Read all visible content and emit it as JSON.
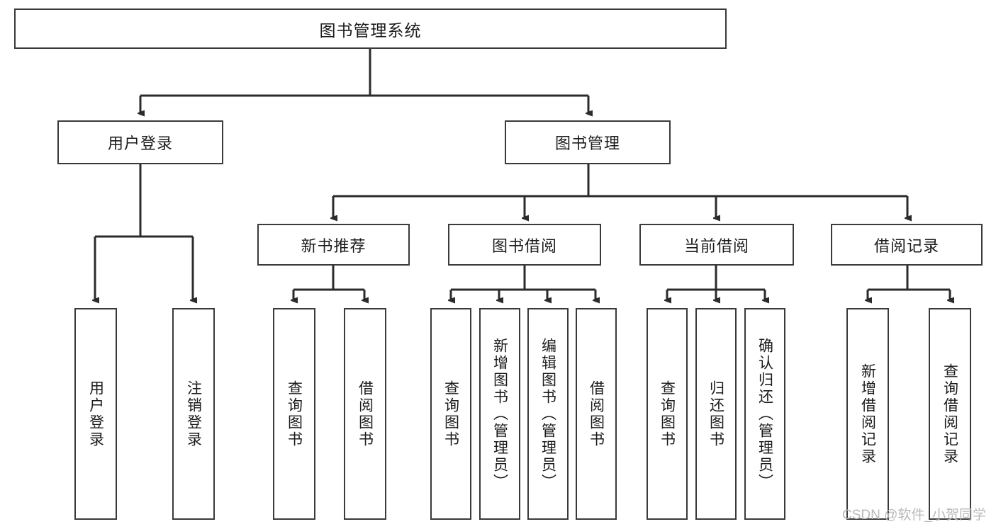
{
  "diagram": {
    "type": "tree-hierarchy",
    "title": "图书管理系统",
    "orientation": "top-down",
    "line_color": "#3a3a3a",
    "box_fill": "#ffffff",
    "text_color": "#1b1b1b"
  },
  "root": {
    "label": "图书管理系统"
  },
  "level2": [
    {
      "label": "用户登录"
    },
    {
      "label": "图书管理"
    }
  ],
  "level3": [
    {
      "label": "新书推荐"
    },
    {
      "label": "图书借阅"
    },
    {
      "label": "当前借阅"
    },
    {
      "label": "借阅记录"
    }
  ],
  "leaves": {
    "user_login": [
      {
        "label": "用户登录"
      },
      {
        "label": "注销登录"
      }
    ],
    "new_book_recommend": [
      {
        "label": "查询图书"
      },
      {
        "label": "借阅图书"
      }
    ],
    "book_borrow": [
      {
        "label": "查询图书"
      },
      {
        "label": "新增图书（管理员）"
      },
      {
        "label": "编辑图书（管理员）"
      },
      {
        "label": "借阅图书"
      }
    ],
    "current_borrow": [
      {
        "label": "查询图书"
      },
      {
        "label": "归还图书"
      },
      {
        "label": "确认归还（管理员）"
      }
    ],
    "borrow_record": [
      {
        "label": "新增借阅记录"
      },
      {
        "label": "查询借阅记录"
      }
    ]
  },
  "watermark": {
    "text": "CSDN @软件_小贺同学"
  }
}
